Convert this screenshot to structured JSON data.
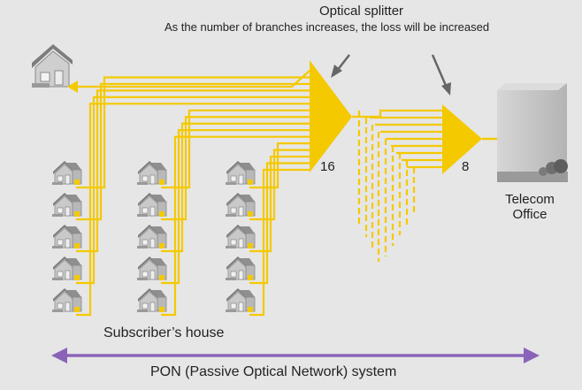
{
  "diagram": {
    "title": "Optical splitter",
    "subtitle": "As the number of branches increases, the loss will be increased",
    "splitter_1_label": "16",
    "splitter_2_label": "8",
    "telecom_label_line1": "Telecom",
    "telecom_label_line2": "Office",
    "houses_label": "Subscriber’s house",
    "system_label": "PON (Passive Optical Network) system",
    "colors": {
      "fiber": "#f4c900",
      "splitter": "#f4c900",
      "arrow": "#8a63b8",
      "background": "#e6e6e6",
      "building": "#bfbfbf",
      "house": "#a9a9a9"
    },
    "icons": [
      "house-icon",
      "building-icon",
      "splitter-icon",
      "pointer-arrow-icon",
      "double-arrow-icon"
    ]
  }
}
